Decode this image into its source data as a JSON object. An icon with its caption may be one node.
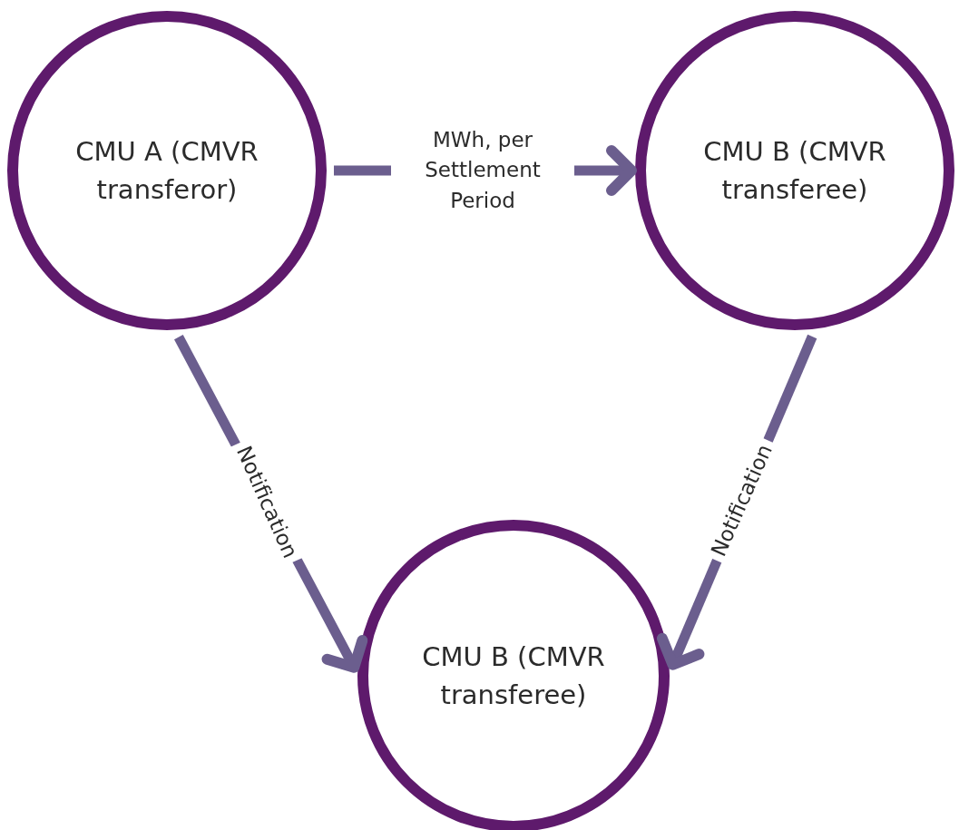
{
  "diagram": {
    "nodes": [
      {
        "text": [
          "CMU A (CMVR transferor)"
        ]
      },
      {
        "text": [
          "CMU B (CMVR transferee)"
        ]
      },
      {
        "text": [
          "CMU B (CMVR transferee)"
        ]
      }
    ],
    "edges": [
      {
        "from": 0,
        "to": 1,
        "arrow": "to",
        "label": "MWh, per Settlement Period"
      },
      {
        "from": 0,
        "to": 2,
        "arrow": "to",
        "label": "Notification"
      },
      {
        "from": 1,
        "to": 2,
        "arrow": "to",
        "label": "Notification"
      }
    ]
  }
}
